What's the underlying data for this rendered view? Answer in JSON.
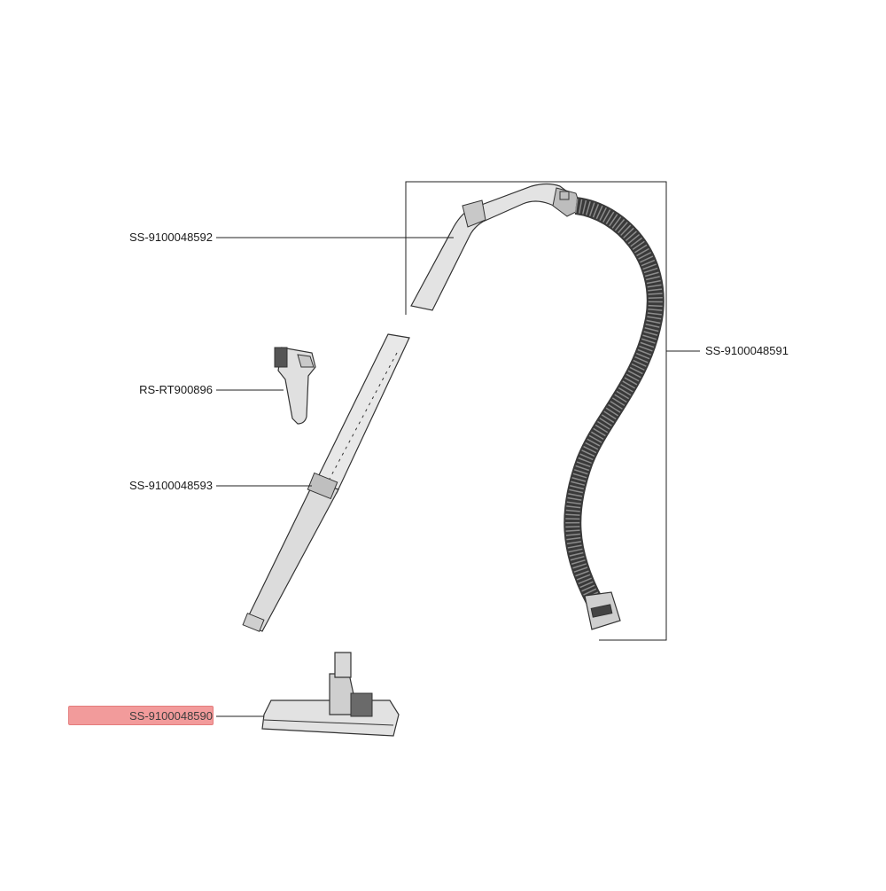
{
  "parts": [
    {
      "id": "hose-handle",
      "code": "SS-9100048592",
      "highlighted": false
    },
    {
      "id": "hose",
      "code": "SS-9100048591",
      "highlighted": false
    },
    {
      "id": "crevice-brush",
      "code": "RS-RT900896",
      "highlighted": false
    },
    {
      "id": "telescopic-tube",
      "code": "SS-9100048593",
      "highlighted": false
    },
    {
      "id": "floor-nozzle",
      "code": "SS-9100048590",
      "highlighted": true
    }
  ],
  "colors": {
    "line": "#222222",
    "part_fill": "#d9d9d9",
    "part_dark": "#555555",
    "highlight": "#f08a8a"
  }
}
